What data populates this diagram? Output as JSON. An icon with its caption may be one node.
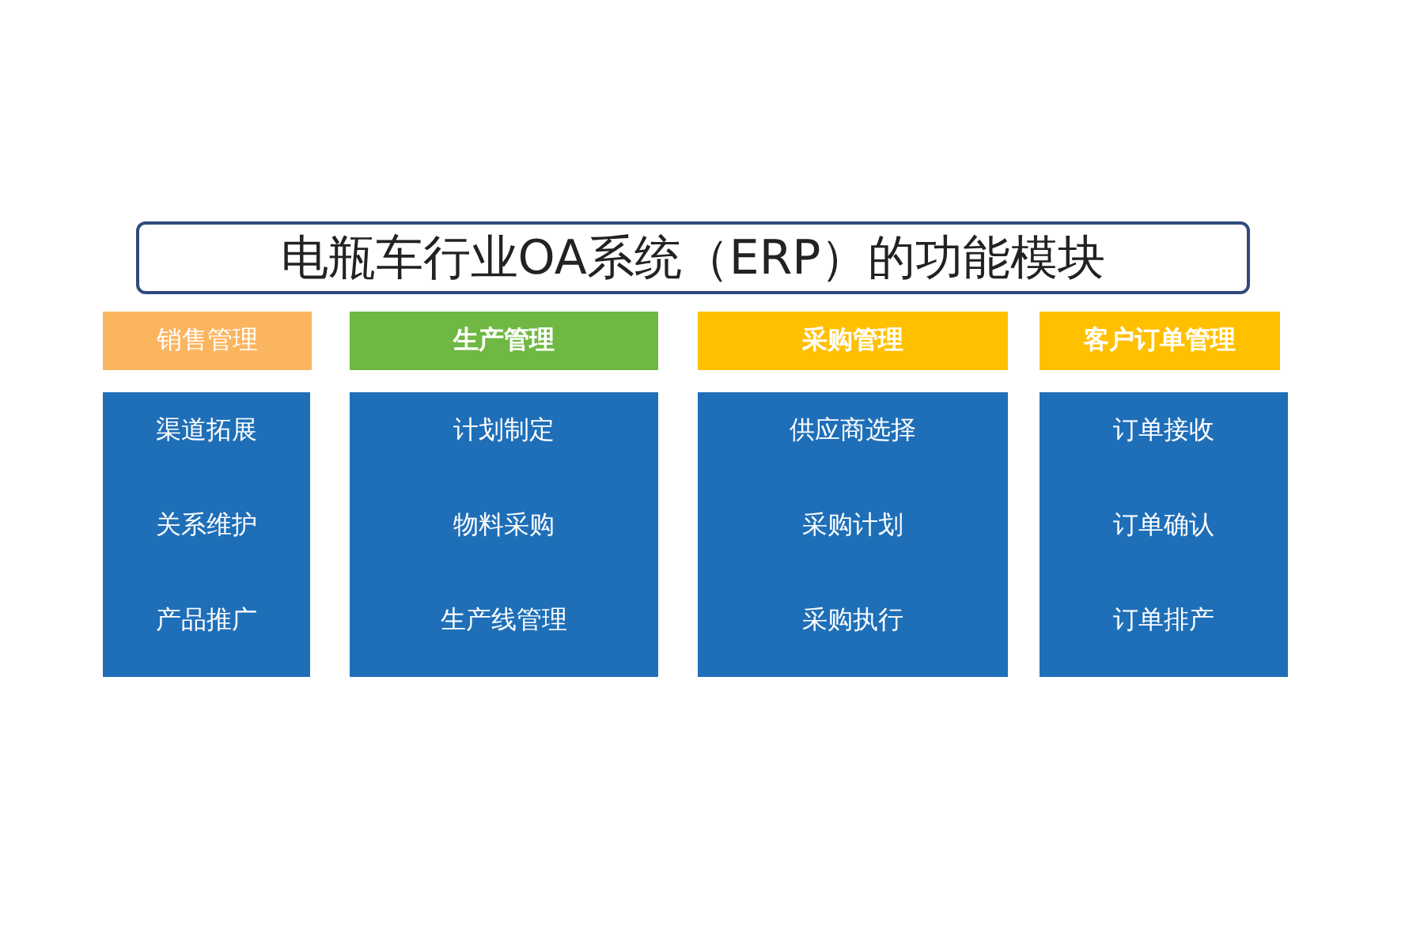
{
  "diagram": {
    "title": "电瓶车行业OA系统（ERP）的功能模块",
    "nodes": [
      {
        "text": [
          "销售管理"
        ]
      },
      {
        "text": [
          "生产管理"
        ]
      },
      {
        "text": [
          "采购管理"
        ]
      },
      {
        "text": [
          "客户订单管理"
        ]
      },
      {
        "text": [
          "渠道拓展",
          "关系维护",
          "产品推广"
        ]
      },
      {
        "text": [
          "计划制定",
          "物料采购",
          "生产线管理"
        ]
      },
      {
        "text": [
          "供应商选择",
          "采购计划",
          "采购执行"
        ]
      },
      {
        "text": [
          "订单接收",
          "订单确认",
          "订单排产"
        ]
      }
    ]
  }
}
